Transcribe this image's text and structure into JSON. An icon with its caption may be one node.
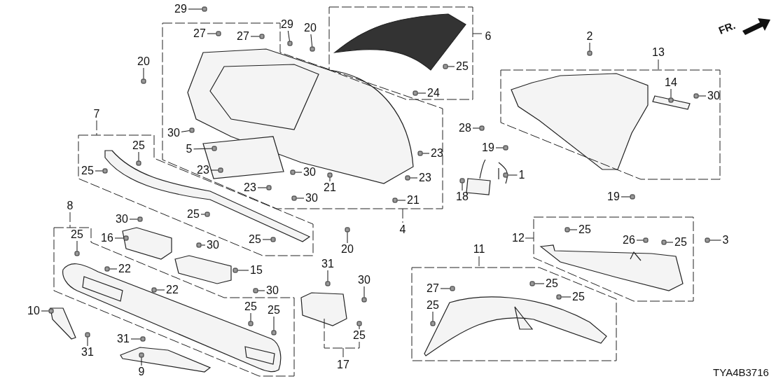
{
  "diagram": {
    "nodes": [
      {
        "text": [
          "29"
        ]
      },
      {
        "text": [
          "27"
        ]
      },
      {
        "text": [
          "27"
        ]
      },
      {
        "text": [
          "29"
        ]
      },
      {
        "text": [
          "20"
        ]
      },
      {
        "text": [
          "20"
        ]
      },
      {
        "text": [
          "25"
        ]
      },
      {
        "text": [
          "24"
        ]
      },
      {
        "text": [
          "2"
        ]
      },
      {
        "text": [
          "14"
        ]
      },
      {
        "text": [
          "30"
        ]
      },
      {
        "text": [
          "30"
        ]
      },
      {
        "text": [
          "5"
        ]
      },
      {
        "text": [
          "25"
        ]
      },
      {
        "text": [
          "25"
        ]
      },
      {
        "text": [
          "23"
        ]
      },
      {
        "text": [
          "30"
        ]
      },
      {
        "text": [
          "21"
        ]
      },
      {
        "text": [
          "23"
        ]
      },
      {
        "text": [
          "30"
        ]
      },
      {
        "text": [
          "23"
        ]
      },
      {
        "text": [
          "23"
        ]
      },
      {
        "text": [
          "21"
        ]
      },
      {
        "text": [
          "28"
        ]
      },
      {
        "text": [
          "19"
        ]
      },
      {
        "text": [
          "1"
        ]
      },
      {
        "text": [
          "18"
        ]
      },
      {
        "text": [
          "19"
        ]
      },
      {
        "text": [
          "20"
        ]
      },
      {
        "text": [
          "30"
        ]
      },
      {
        "text": [
          "25"
        ]
      },
      {
        "text": [
          "25"
        ]
      },
      {
        "text": [
          "16"
        ]
      },
      {
        "text": [
          "30"
        ]
      },
      {
        "text": [
          "25"
        ]
      },
      {
        "text": [
          "22"
        ]
      },
      {
        "text": [
          "15"
        ]
      },
      {
        "text": [
          "22"
        ]
      },
      {
        "text": [
          "30"
        ]
      },
      {
        "text": [
          "25"
        ]
      },
      {
        "text": [
          "25"
        ]
      },
      {
        "text": [
          "10"
        ]
      },
      {
        "text": [
          "31"
        ]
      },
      {
        "text": [
          "31"
        ]
      },
      {
        "text": [
          "9"
        ]
      },
      {
        "text": [
          "31"
        ]
      },
      {
        "text": [
          "30"
        ]
      },
      {
        "text": [
          "25"
        ]
      },
      {
        "text": [
          "25"
        ]
      },
      {
        "text": [
          "26"
        ]
      },
      {
        "text": [
          "25"
        ]
      },
      {
        "text": [
          "3"
        ]
      },
      {
        "text": [
          "27"
        ]
      },
      {
        "text": [
          "25"
        ]
      },
      {
        "text": [
          "25"
        ]
      },
      {
        "text": [
          "25"
        ]
      },
      {
        "text": [],
        "shape": "box"
      },
      {
        "text": [],
        "shape": "box"
      },
      {
        "text": [],
        "shape": "box"
      },
      {
        "text": [],
        "shape": "box"
      },
      {
        "text": [],
        "shape": "box"
      },
      {
        "text": [],
        "shape": "box"
      },
      {
        "text": [],
        "shape": "box"
      },
      {
        "text": [],
        "shape": "box"
      },
      {
        "text": [],
        "shape": "box"
      },
      {
        "text": [],
        "shape": "box"
      },
      {
        "text": [],
        "shape": "box"
      },
      {
        "text": [],
        "shape": "box"
      },
      {
        "text": [],
        "shape": "box"
      },
      {
        "text": [],
        "shape": "box"
      },
      {
        "text": [],
        "shape": "box"
      },
      {
        "text": [],
        "shape": "box"
      },
      {
        "text": [],
        "shape": "box"
      },
      {
        "text": [],
        "shape": "box"
      },
      {
        "text": [],
        "shape": "box"
      },
      {
        "text": [],
        "shape": "box"
      },
      {
        "text": [],
        "shape": "box"
      },
      {
        "text": [],
        "shape": "box"
      },
      {
        "text": [],
        "shape": "box"
      },
      {
        "text": [],
        "shape": "box"
      },
      {
        "text": [],
        "shape": "box"
      },
      {
        "text": [],
        "shape": "box"
      },
      {
        "text": [],
        "shape": "box"
      },
      {
        "text": [],
        "shape": "box"
      },
      {
        "text": [],
        "shape": "box"
      },
      {
        "text": [],
        "shape": "box"
      },
      {
        "text": [],
        "shape": "box"
      },
      {
        "text": [],
        "shape": "box"
      },
      {
        "text": [],
        "shape": "box"
      },
      {
        "text": [],
        "shape": "box"
      },
      {
        "text": [],
        "shape": "box"
      },
      {
        "text": [],
        "shape": "box"
      },
      {
        "text": [],
        "shape": "box"
      },
      {
        "text": [],
        "shape": "box"
      },
      {
        "text": [],
        "shape": "box"
      },
      {
        "text": [],
        "shape": "box"
      },
      {
        "text": [],
        "shape": "box"
      },
      {
        "text": [],
        "shape": "box"
      },
      {
        "text": [],
        "shape": "box"
      },
      {
        "text": [],
        "shape": "box"
      },
      {
        "text": [],
        "shape": "box"
      },
      {
        "text": [],
        "shape": "box"
      },
      {
        "text": [],
        "shape": "box"
      },
      {
        "text": [],
        "shape": "box"
      },
      {
        "text": [],
        "shape": "box"
      },
      {
        "text": [],
        "shape": "box"
      },
      {
        "text": [],
        "shape": "box"
      },
      {
        "text": [],
        "shape": "box"
      },
      {
        "text": [],
        "shape": "box"
      },
      {
        "text": [],
        "shape": "box"
      },
      {
        "text": [],
        "shape": "box"
      },
      {
        "text": [],
        "shape": "box"
      }
    ],
    "edges": [
      {
        "from": 0,
        "to": 56,
        "arrow": "none"
      },
      {
        "from": 1,
        "to": 57,
        "arrow": "none"
      },
      {
        "from": 2,
        "to": 58,
        "arrow": "none"
      },
      {
        "from": 3,
        "to": 59,
        "arrow": "none"
      },
      {
        "from": 4,
        "to": 60,
        "arrow": "none"
      },
      {
        "from": 5,
        "to": 61,
        "arrow": "none"
      },
      {
        "from": 6,
        "to": 62,
        "arrow": "none"
      },
      {
        "from": 7,
        "to": 63,
        "arrow": "none"
      },
      {
        "from": 8,
        "to": 64,
        "arrow": "none"
      },
      {
        "from": 9,
        "to": 65,
        "arrow": "none"
      },
      {
        "from": 10,
        "to": 66,
        "arrow": "none"
      },
      {
        "from": 11,
        "to": 67,
        "arrow": "none"
      },
      {
        "from": 12,
        "to": 68,
        "arrow": "none"
      },
      {
        "from": 13,
        "to": 69,
        "arrow": "none"
      },
      {
        "from": 14,
        "to": 70,
        "arrow": "none"
      },
      {
        "from": 15,
        "to": 71,
        "arrow": "none"
      },
      {
        "from": 16,
        "to": 72,
        "arrow": "none"
      },
      {
        "from": 17,
        "to": 73,
        "arrow": "none"
      },
      {
        "from": 18,
        "to": 74,
        "arrow": "none"
      },
      {
        "from": 19,
        "to": 75,
        "arrow": "none"
      },
      {
        "from": 20,
        "to": 76,
        "arrow": "none"
      },
      {
        "from": 21,
        "to": 77,
        "arrow": "none"
      },
      {
        "from": 22,
        "to": 78,
        "arrow": "none"
      },
      {
        "from": 23,
        "to": 79,
        "arrow": "none"
      },
      {
        "from": 24,
        "to": 80,
        "arrow": "none"
      },
      {
        "from": 25,
        "to": 81,
        "arrow": "none"
      },
      {
        "from": 26,
        "to": 82,
        "arrow": "none"
      },
      {
        "from": 27,
        "to": 83,
        "arrow": "none"
      },
      {
        "from": 28,
        "to": 84,
        "arrow": "none"
      },
      {
        "from": 29,
        "to": 85,
        "arrow": "none"
      },
      {
        "from": 30,
        "to": 86,
        "arrow": "none"
      },
      {
        "from": 31,
        "to": 87,
        "arrow": "none"
      },
      {
        "from": 32,
        "to": 88,
        "arrow": "none"
      },
      {
        "from": 33,
        "to": 89,
        "arrow": "none"
      },
      {
        "from": 34,
        "to": 90,
        "arrow": "none"
      },
      {
        "from": 35,
        "to": 91,
        "arrow": "none"
      },
      {
        "from": 36,
        "to": 92,
        "arrow": "none"
      },
      {
        "from": 37,
        "to": 93,
        "arrow": "none"
      },
      {
        "from": 38,
        "to": 94,
        "arrow": "none"
      },
      {
        "from": 39,
        "to": 95,
        "arrow": "none"
      },
      {
        "from": 40,
        "to": 96,
        "arrow": "none"
      },
      {
        "from": 41,
        "to": 97,
        "arrow": "none"
      },
      {
        "from": 42,
        "to": 98,
        "arrow": "none"
      },
      {
        "from": 43,
        "to": 99,
        "arrow": "none"
      },
      {
        "from": 44,
        "to": 100,
        "arrow": "none"
      },
      {
        "from": 45,
        "to": 101,
        "arrow": "none"
      },
      {
        "from": 46,
        "to": 102,
        "arrow": "none"
      },
      {
        "from": 47,
        "to": 103,
        "arrow": "none"
      },
      {
        "from": 48,
        "to": 104,
        "arrow": "none"
      },
      {
        "from": 49,
        "to": 105,
        "arrow": "none"
      },
      {
        "from": 50,
        "to": 106,
        "arrow": "none"
      },
      {
        "from": 51,
        "to": 107,
        "arrow": "none"
      },
      {
        "from": 52,
        "to": 108,
        "arrow": "none"
      },
      {
        "from": 53,
        "to": 109,
        "arrow": "none"
      },
      {
        "from": 54,
        "to": 110,
        "arrow": "none"
      },
      {
        "from": 55,
        "to": 111,
        "arrow": "none"
      }
    ],
    "labels": [
      "FR.",
      "6",
      "13",
      "7",
      "8",
      "4",
      "12",
      "11",
      "17",
      "TYA4B3716"
    ]
  }
}
